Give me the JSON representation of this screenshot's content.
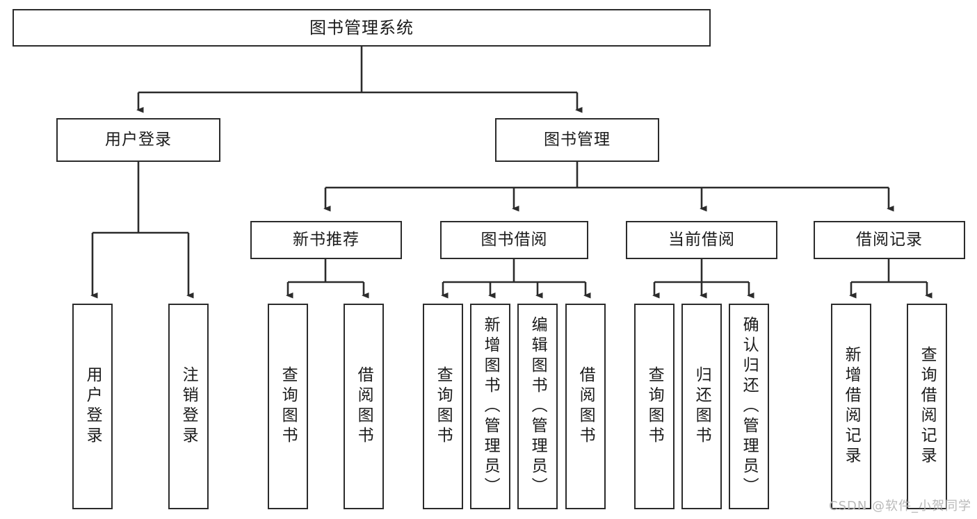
{
  "diagram": {
    "title": "图书管理系统",
    "type": "tree-hierarchy-chart",
    "root": {
      "label": "图书管理系统"
    },
    "level2": [
      {
        "label": "用户登录"
      },
      {
        "label": "图书管理"
      }
    ],
    "level3": [
      {
        "label": "新书推荐"
      },
      {
        "label": "图书借阅"
      },
      {
        "label": "当前借阅"
      },
      {
        "label": "借阅记录"
      }
    ],
    "leaves": [
      {
        "label": "用户登录"
      },
      {
        "label": "注销登录"
      },
      {
        "label": "查询图书"
      },
      {
        "label": "借阅图书"
      },
      {
        "label": "查询图书"
      },
      {
        "label": "新增图书（管理员）"
      },
      {
        "label": "编辑图书（管理员）"
      },
      {
        "label": "借阅图书"
      },
      {
        "label": "查询图书"
      },
      {
        "label": "归还图书"
      },
      {
        "label": "确认归还（管理员）"
      },
      {
        "label": "新增借阅记录"
      },
      {
        "label": "查询借阅记录"
      }
    ]
  },
  "watermark": {
    "text": "CSDN @软件_小贺同学"
  },
  "colors": {
    "stroke": "#2b2b2b",
    "background": "#ffffff",
    "text": "#1b1b1b",
    "watermark": "#b9b9b9"
  }
}
